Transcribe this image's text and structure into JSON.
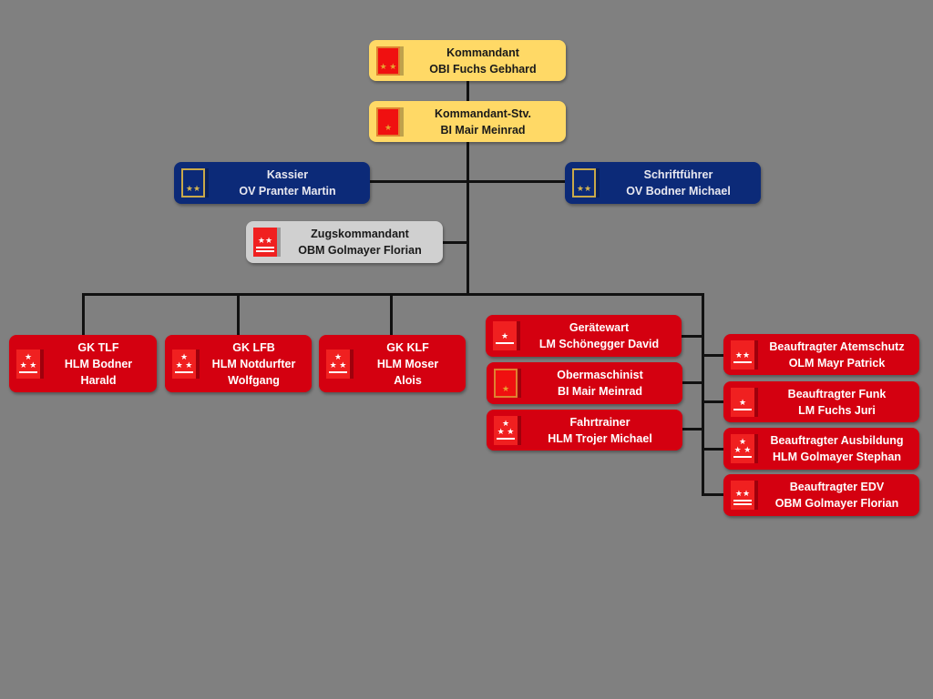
{
  "chart": {
    "title": "Organigramm Feuerwehr",
    "nodes": [
      {
        "id": "kommandant",
        "role": "Kommandant",
        "name": "OBI Fuchs Gebhard",
        "style": "yellow",
        "badge": "gold-2-star"
      },
      {
        "id": "kommandant-stv",
        "role": "Kommandant-Stv.",
        "name": "BI Mair Meinrad",
        "style": "yellow",
        "badge": "gold-1-star"
      },
      {
        "id": "kassier",
        "role": "Kassier",
        "name": "OV Pranter Martin",
        "style": "blue",
        "badge": "navy-2-star"
      },
      {
        "id": "schriftfuehrer",
        "role": "Schriftführer",
        "name": "OV Bodner Michael",
        "style": "blue",
        "badge": "navy-2-star"
      },
      {
        "id": "zugskommandant",
        "role": "Zugskommandant",
        "name": "OBM Golmayer Florian",
        "style": "grey",
        "badge": "red-2-star-2-bar"
      },
      {
        "id": "gk-tlf",
        "role": "GK TLF",
        "name": "HLM Bodner Harald",
        "name_lines": [
          "HLM Bodner",
          "Harald"
        ],
        "style": "red",
        "badge": "red-3-star-1-bar"
      },
      {
        "id": "gk-lfb",
        "role": "GK LFB",
        "name": "HLM Notdurfter Wolfgang",
        "name_lines": [
          "HLM Notdurfter",
          "Wolfgang"
        ],
        "style": "red",
        "badge": "red-3-star-1-bar"
      },
      {
        "id": "gk-klf",
        "role": "GK KLF",
        "name": "HLM Moser Alois",
        "name_lines": [
          "HLM Moser",
          "Alois"
        ],
        "style": "red",
        "badge": "red-3-star-1-bar"
      },
      {
        "id": "geraetewart",
        "role": "Gerätewart",
        "name": "LM Schönegger David",
        "style": "red",
        "badge": "red-1-star-1-bar"
      },
      {
        "id": "obermaschinist",
        "role": "Obermaschinist",
        "name": "BI Mair Meinrad",
        "style": "red",
        "badge": "gold-1-star"
      },
      {
        "id": "fahrtrainer",
        "role": "Fahrtrainer",
        "name": "HLM Trojer Michael",
        "style": "red",
        "badge": "red-3-star-1-bar"
      },
      {
        "id": "atemschutz",
        "role": "Beauftragter Atemschutz",
        "name": "OLM Mayr Patrick",
        "style": "red",
        "badge": "red-2-star-1-bar"
      },
      {
        "id": "funk",
        "role": "Beauftragter Funk",
        "name": "LM Fuchs Juri",
        "style": "red",
        "badge": "red-1-star-1-bar"
      },
      {
        "id": "ausbildung",
        "role": "Beauftragter Ausbildung",
        "name": "HLM Golmayer Stephan",
        "style": "red",
        "badge": "red-3-star-1-bar"
      },
      {
        "id": "edv",
        "role": "Beauftragter EDV",
        "name": "OBM Golmayer Florian",
        "style": "red",
        "badge": "red-2-star-2-bar"
      }
    ],
    "edges": [
      [
        "kommandant",
        "kommandant-stv"
      ],
      [
        "kommandant-stv",
        "kassier"
      ],
      [
        "kommandant-stv",
        "schriftfuehrer"
      ],
      [
        "kommandant-stv",
        "zugskommandant"
      ],
      [
        "zugskommandant",
        "gk-tlf"
      ],
      [
        "zugskommandant",
        "gk-lfb"
      ],
      [
        "zugskommandant",
        "gk-klf"
      ],
      [
        "zugskommandant",
        "geraetewart"
      ],
      [
        "zugskommandant",
        "obermaschinist"
      ],
      [
        "zugskommandant",
        "fahrtrainer"
      ],
      [
        "zugskommandant",
        "atemschutz"
      ],
      [
        "zugskommandant",
        "funk"
      ],
      [
        "zugskommandant",
        "ausbildung"
      ],
      [
        "zugskommandant",
        "edv"
      ]
    ],
    "colors": {
      "background": "#808080",
      "yellow": "#ffd966",
      "blue": "#0c2a78",
      "grey": "#d0d0d0",
      "red": "#d40010",
      "line": "#111111"
    }
  }
}
